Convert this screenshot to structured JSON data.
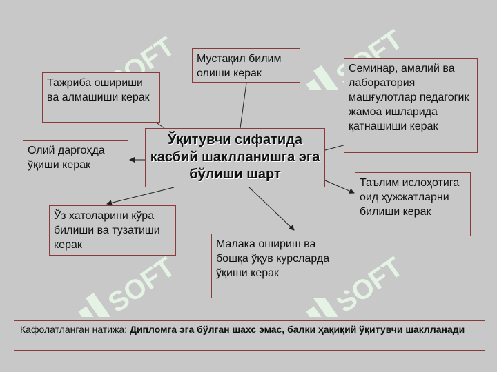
{
  "diagram": {
    "center_title": "Ўқитувчи сифатида касбий шаклланишга эга бўлиши шарт",
    "nodes": {
      "experience": "Тажриба ошириши ва алмашиши керак",
      "self_study": "Мустақил билим олиши керак",
      "seminars": "Семинар, амалий ва лаборатория машғулотлар педагогик жамоа ишларида қатнашиши керак",
      "higher_ed": "Олий даргоҳда ўқиши керак",
      "legal_docs": "Таълим ислоҳотига оид ҳужжатларни билиши керак",
      "mistakes": "Ўз хатоларини кўра билиши ва тузатиши керак",
      "courses": "Малака ошириш ва бошқа ўқув курсларда ўқиши керак"
    },
    "result_label": "Кафолатланган натижа:",
    "result_text": "Дипломга эга бўлган шахс эмас, балки ҳақиқий ўқитувчи шаклланади"
  },
  "watermark": {
    "text": "SOFT",
    "color": "#e6f5e6"
  }
}
